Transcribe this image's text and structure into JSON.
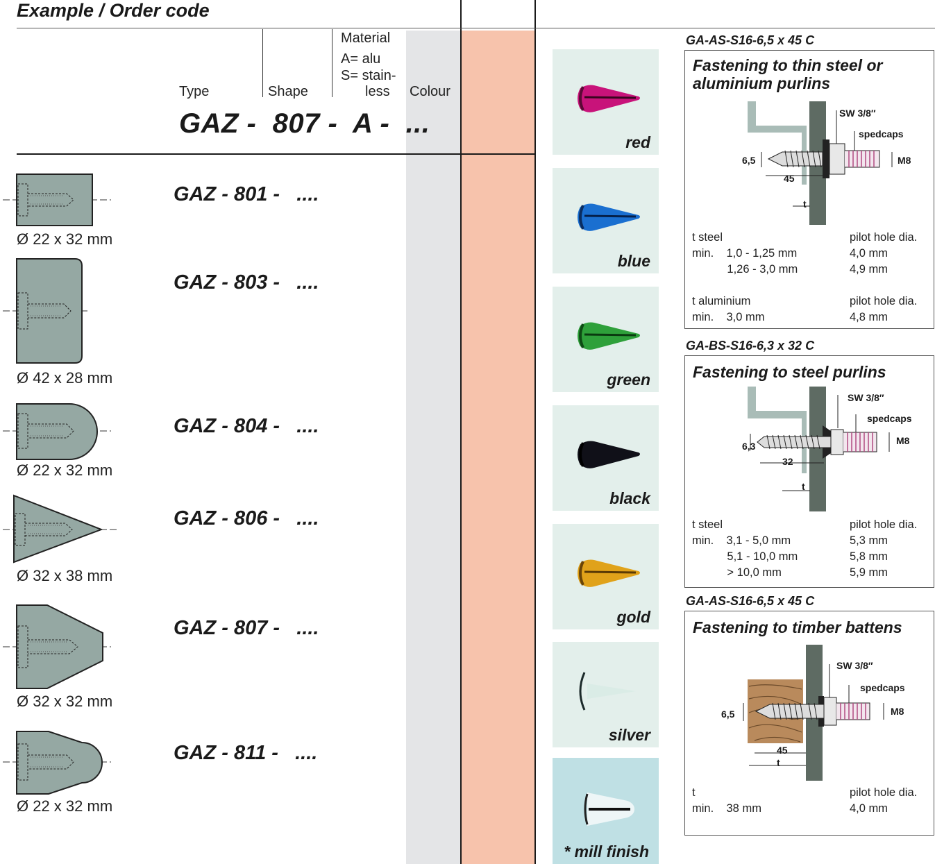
{
  "header": {
    "title": "Example / Order code",
    "col_type": "Type",
    "col_shape": "Shape",
    "material_lines": [
      "Material",
      "A= alu",
      "S= stain-",
      "less"
    ],
    "col_colour": "Colour",
    "order_code": "GAZ -  807 -  A -  ..."
  },
  "products": [
    {
      "code": "GAZ - 801 -   ....",
      "dim": "Ø 22 x 32 mm"
    },
    {
      "code": "GAZ - 803 -   ....",
      "dim": "Ø 42 x 28 mm"
    },
    {
      "code": "GAZ - 804 -   ....",
      "dim": "Ø 22 x 32 mm"
    },
    {
      "code": "GAZ - 806 -   ....",
      "dim": "Ø 32 x 38 mm"
    },
    {
      "code": "GAZ - 807 -   ....",
      "dim": "Ø 32 x 32 mm"
    },
    {
      "code": "GAZ - 811 -   ....",
      "dim": "Ø 22 x 32 mm"
    }
  ],
  "colours": [
    {
      "label": "red",
      "hex": "#c8137a"
    },
    {
      "label": "blue",
      "hex": "#1a6fd0"
    },
    {
      "label": "green",
      "hex": "#2ea03a"
    },
    {
      "label": "black",
      "hex": "#101018"
    },
    {
      "label": "gold",
      "hex": "#e0a21a"
    },
    {
      "label": "silver",
      "hex": "#1c2a2a"
    },
    {
      "label": "* mill finish",
      "hex": "#111111"
    }
  ],
  "colors": {
    "salmon": "#f7c3ac",
    "grey_band": "#e4e5e7",
    "shape_fill": "#95a8a3",
    "plate": "#5e6b63",
    "purlin": "#a9bcb7",
    "timber": "#b98a5c"
  },
  "fastenings": [
    {
      "caption": "GA-AS-S16-6,5 x 45 C",
      "title": "Fastening to thin steel or aluminium purlins",
      "labels": {
        "sw": "SW 3/8″",
        "caps": "spedcaps",
        "m": "M8",
        "d": "6,5",
        "len": "45",
        "t": "t"
      },
      "spec_left": "t steel\nmin.    1,0 - 1,25 mm\n           1,26 - 3,0 mm\n\nt aluminium\nmin.    3,0 mm",
      "spec_right": "pilot hole dia.\n4,0 mm\n4,9 mm\n\npilot hole dia.\n4,8 mm"
    },
    {
      "caption": "GA-BS-S16-6,3 x 32 C",
      "title": "Fastening to steel purlins",
      "labels": {
        "sw": "SW 3/8″",
        "caps": "spedcaps",
        "m": "M8",
        "d": "6,3",
        "len": "32",
        "t": "t"
      },
      "spec_left": "t steel\nmin.    3,1 - 5,0 mm\n           5,1 - 10,0 mm\n           > 10,0 mm",
      "spec_right": "pilot hole dia.\n5,3 mm\n5,8 mm\n5,9 mm"
    },
    {
      "caption": "GA-AS-S16-6,5 x 45 C",
      "title": "Fastening to timber battens",
      "labels": {
        "sw": "SW 3/8″",
        "caps": "spedcaps",
        "m": "M8",
        "d": "6,5",
        "len": "45",
        "t": "t"
      },
      "spec_left": "t\nmin.    38 mm",
      "spec_right": "pilot hole dia.\n4,0 mm"
    }
  ]
}
